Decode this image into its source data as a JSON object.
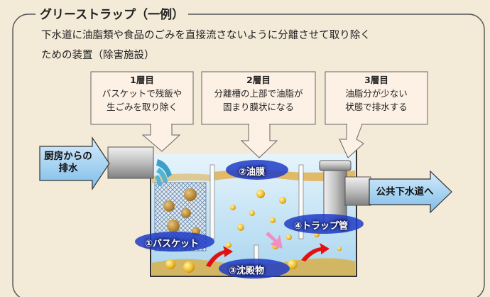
{
  "title": "グリーストラップ（一例）",
  "description": {
    "line1": "下水道に油脂類や食品のごみを直接流さないように分離させて取り除く",
    "line2": "ための装置（除害施設）"
  },
  "callouts": [
    {
      "title": "1層目",
      "line1": "バスケットで残飯や",
      "line2": "生ごみを取り除く"
    },
    {
      "title": "2層目",
      "line1": "分離槽の上部で油脂が",
      "line2": "固まり膜状になる"
    },
    {
      "title": "3層目",
      "line1": "油脂分が少ない",
      "line2": "状態で排水する"
    }
  ],
  "inlet": {
    "line1": "厨房からの",
    "line2": "排水"
  },
  "outlet": {
    "label": "公共下水道へ"
  },
  "labels": {
    "oil_film": "②油膜",
    "basket": "①バスケット",
    "sediment": "③沈殿物",
    "trap_pipe": "④トラップ管"
  },
  "colors": {
    "water": "#bfe0f3",
    "oil": "#e0b050",
    "callout_bg": "#fdf0e4",
    "arrow_blue": "#8cc6ee",
    "label_blue": "#1f3cc8",
    "flow_red": "#e31010"
  }
}
